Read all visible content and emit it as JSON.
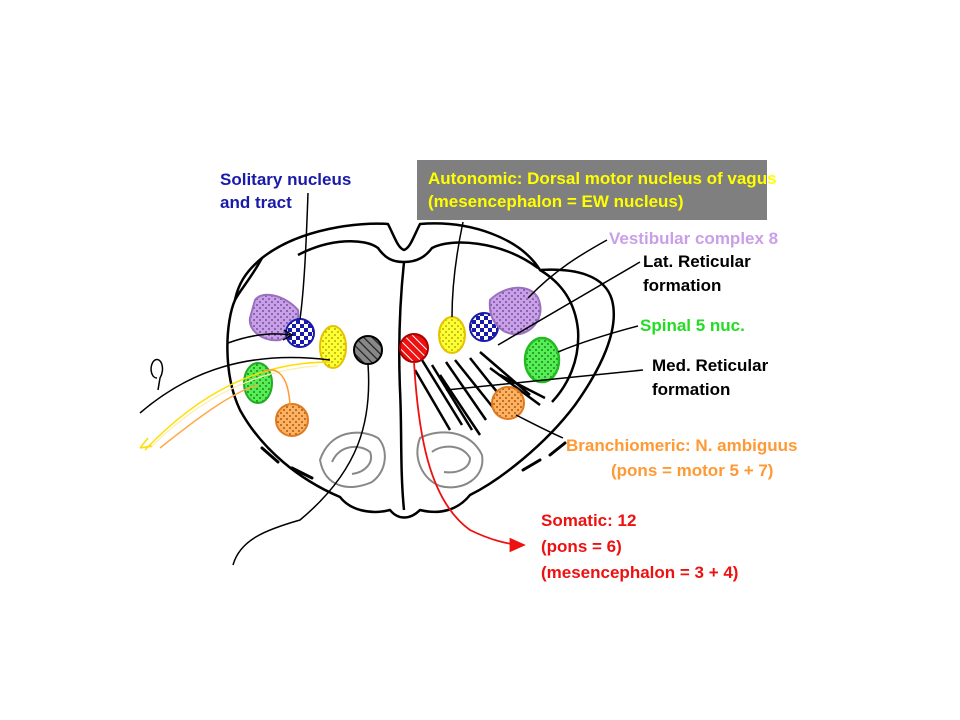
{
  "colors": {
    "solitary": "#1a1aaa",
    "autonomic": "#ffff00",
    "autonomic_box": "#7f7f7f",
    "vestibular": "#c9a0e8",
    "lat_reticular": "#000000",
    "spinal5": "#22dd22",
    "med_reticular": "#000000",
    "branchiomeric": "#ff9933",
    "somatic": "#ee1111"
  },
  "labels": {
    "solitary_l1": "Solitary nucleus",
    "solitary_l2": "and tract",
    "autonomic_l1": "Autonomic: Dorsal motor nucleus of vagus",
    "autonomic_l2": "(mesencephalon = EW nucleus)",
    "vestibular": "Vestibular complex 8",
    "lat_reticular_l1": "Lat. Reticular",
    "lat_reticular_l2": "formation",
    "spinal5": "Spinal 5 nuc.",
    "med_reticular_l1": "Med. Reticular",
    "med_reticular_l2": "formation",
    "branchiomeric_l1": "Branchiomeric: N. ambiguus",
    "branchiomeric_l2": "(pons = motor 5 + 7)",
    "somatic_l1": "Somatic: 12",
    "somatic_l2": "(pons = 6)",
    "somatic_l3": "(mesencephalon = 3 + 4)"
  }
}
